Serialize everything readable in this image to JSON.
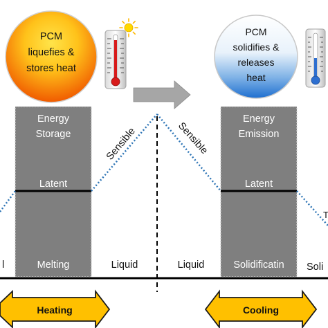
{
  "left_circle": {
    "lines": [
      "PCM",
      "liquefies &",
      "stores heat"
    ]
  },
  "right_circle": {
    "lines": [
      "PCM",
      "solidifies &",
      "releases",
      "heat"
    ]
  },
  "left_box": {
    "title_lines": [
      "Energy",
      "Storage"
    ],
    "latent_label": "Latent",
    "bottom_label": "Melting"
  },
  "right_box": {
    "title_lines": [
      "Energy",
      "Emission"
    ],
    "latent_label": "Latent",
    "bottom_label": "Solidificatin"
  },
  "sensible_labels": {
    "left": "Sensible",
    "right": "Sensible"
  },
  "phase_labels": {
    "far_left": "l",
    "liquid_left": "Liquid",
    "liquid_right": "Liquid",
    "far_right": "Soli",
    "edge_right": "T"
  },
  "arrows": {
    "heating": "Heating",
    "cooling": "Cooling"
  },
  "colors": {
    "box_fill": "#7f7f7f",
    "box_border": "#c8c8c8",
    "dotted_line": "#2e75b6",
    "arrow_fill": "#ffc000",
    "arrow_stroke": "#1a1a1a",
    "center_arrow": "#a6a6a6",
    "hot_center": "#ffd21a",
    "hot_edge": "#f05a00",
    "cold_top": "#ffffff",
    "cold_bottom": "#1f6fd0"
  },
  "icons": [
    "thermometer-hot-icon",
    "sun-icon",
    "thermometer-cold-icon",
    "right-arrow-icon"
  ]
}
